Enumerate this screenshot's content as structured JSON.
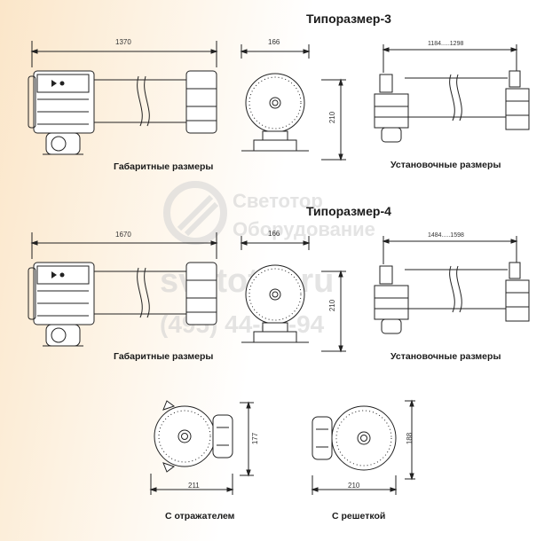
{
  "sections": {
    "size3": {
      "title": "Типоразмер-3",
      "dim_length": "1370",
      "dim_width": "166",
      "dim_height": "210",
      "dim_mount": "1184.....1298",
      "caption_overall": "Габаритные размеры",
      "caption_mount": "Установочные размеры"
    },
    "size4": {
      "title": "Типоразмер-4",
      "dim_length": "1670",
      "dim_width": "166",
      "dim_height": "210",
      "dim_mount": "1484.....1598",
      "caption_overall": "Габаритные размеры",
      "caption_mount": "Установочные размеры"
    },
    "variants": {
      "reflector": {
        "dim_width": "211",
        "dim_height": "177",
        "caption": "С отражателем"
      },
      "grille": {
        "dim_width": "210",
        "dim_height": "188",
        "caption": "С решеткой"
      }
    }
  },
  "watermark": {
    "line1": "Светотор",
    "line2": "Оборудование",
    "site": "svetotor.ru",
    "phone": "(495) 44-86-94"
  }
}
